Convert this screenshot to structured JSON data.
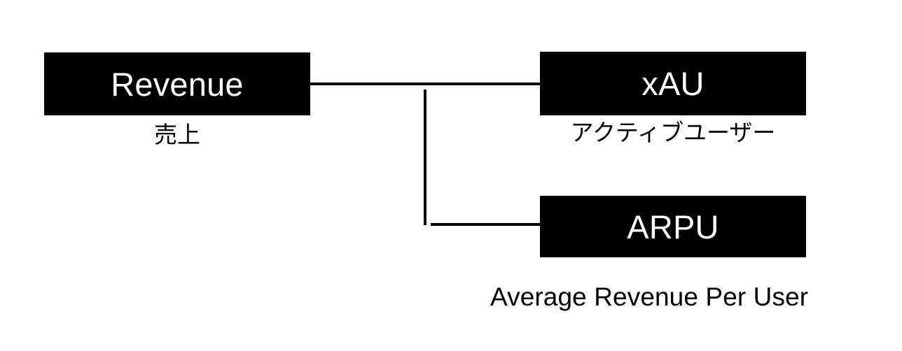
{
  "diagram": {
    "type": "metric-decomposition-tree",
    "background_color": "#ffffff",
    "node_fill_color": "#000000",
    "node_text_color": "#ffffff",
    "connector_color": "#000000",
    "nodes": [
      {
        "id": "revenue",
        "label": "Revenue",
        "caption": "売上"
      },
      {
        "id": "xau",
        "label": "xAU",
        "caption": "アクティブユーザー"
      },
      {
        "id": "arpu",
        "label": "ARPU",
        "caption": "Average Revenue Per User"
      }
    ],
    "connectors": [
      {
        "id": "revenue-to-xau",
        "from": "revenue",
        "to": "xau"
      },
      {
        "id": "revenue-to-arpu",
        "from": "revenue",
        "to": "arpu"
      }
    ]
  }
}
